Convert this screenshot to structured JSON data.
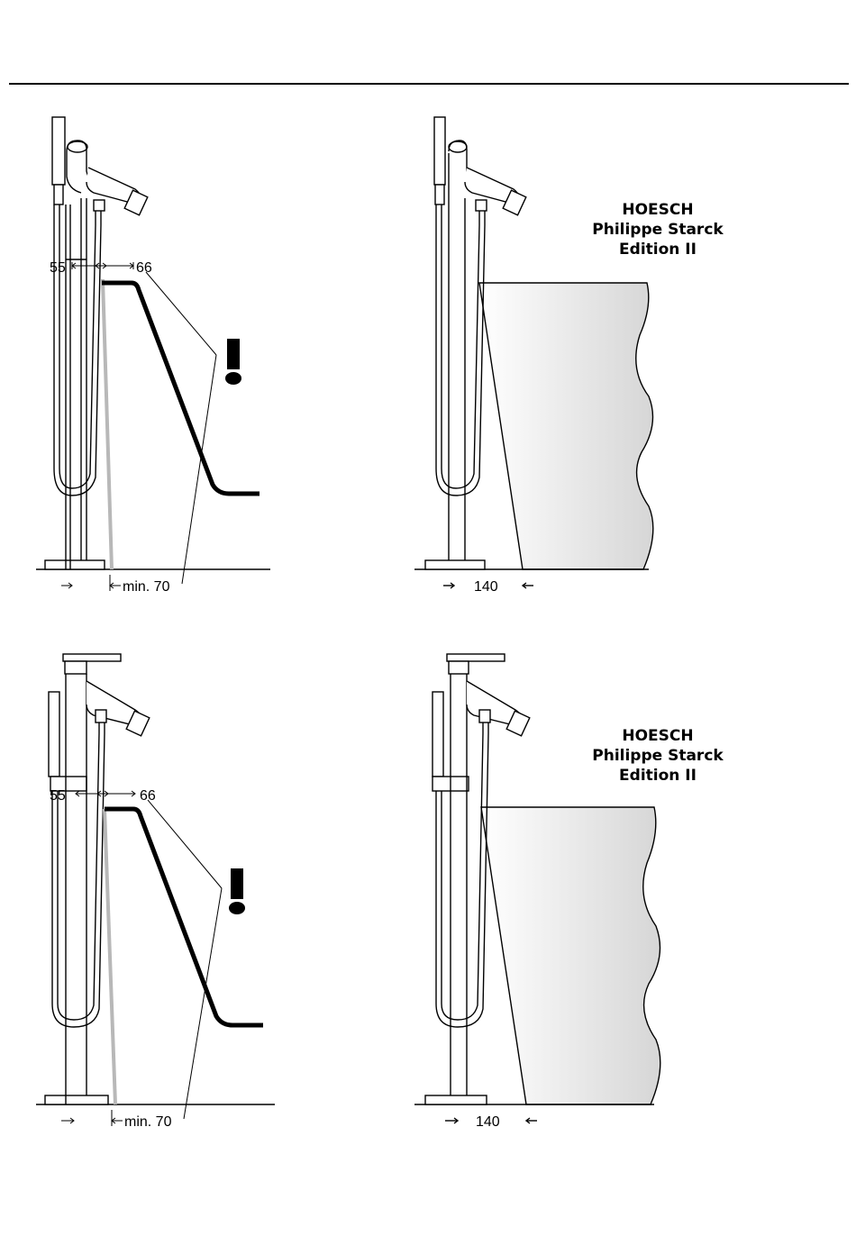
{
  "panels": [
    {
      "id": "tl",
      "labels": {
        "left": "55",
        "right": "66",
        "bottom": "min. 70"
      }
    },
    {
      "id": "tr",
      "brand": [
        "HOESCH",
        "Philippe Starck",
        "Edition II"
      ],
      "labels": {
        "bottom": "140"
      }
    },
    {
      "id": "bl",
      "labels": {
        "left": "55",
        "right": "66",
        "bottom": "min. 70"
      }
    },
    {
      "id": "br",
      "brand": [
        "HOESCH",
        "Philippe Starck",
        "Edition II"
      ],
      "labels": {
        "bottom": "140"
      }
    }
  ],
  "colors": {
    "line": "#000000",
    "guide": "#b8b8b8",
    "tub_light": "#ffffff",
    "tub_dark": "#d6d6d6"
  }
}
